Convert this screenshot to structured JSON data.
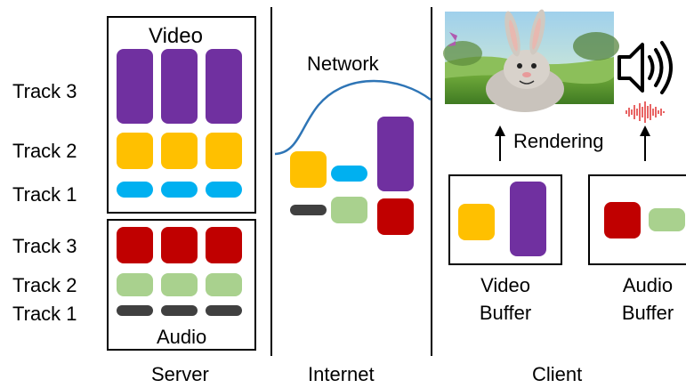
{
  "server": {
    "video_label": "Video",
    "audio_label": "Audio",
    "video_tracks": [
      "Track 3",
      "Track 2",
      "Track 1"
    ],
    "audio_tracks": [
      "Track 3",
      "Track 2",
      "Track 1"
    ]
  },
  "network": {
    "label": "Network"
  },
  "client": {
    "rendering_label": "Rendering",
    "video_buffer_label": "Video\nBuffer",
    "audio_buffer_label": "Audio\nBuffer",
    "speaker_icon": "speaker-icon",
    "waveform_icon": "sound-wave-icon"
  },
  "sections": [
    "Server",
    "Internet",
    "Client"
  ],
  "colors": {
    "purple": "#7030a0",
    "yellow": "#ffc000",
    "cyan": "#00b0f0",
    "red": "#c00000",
    "green": "#a9d18e",
    "darkgray": "#404040",
    "network_curve": "#2e75b6"
  }
}
